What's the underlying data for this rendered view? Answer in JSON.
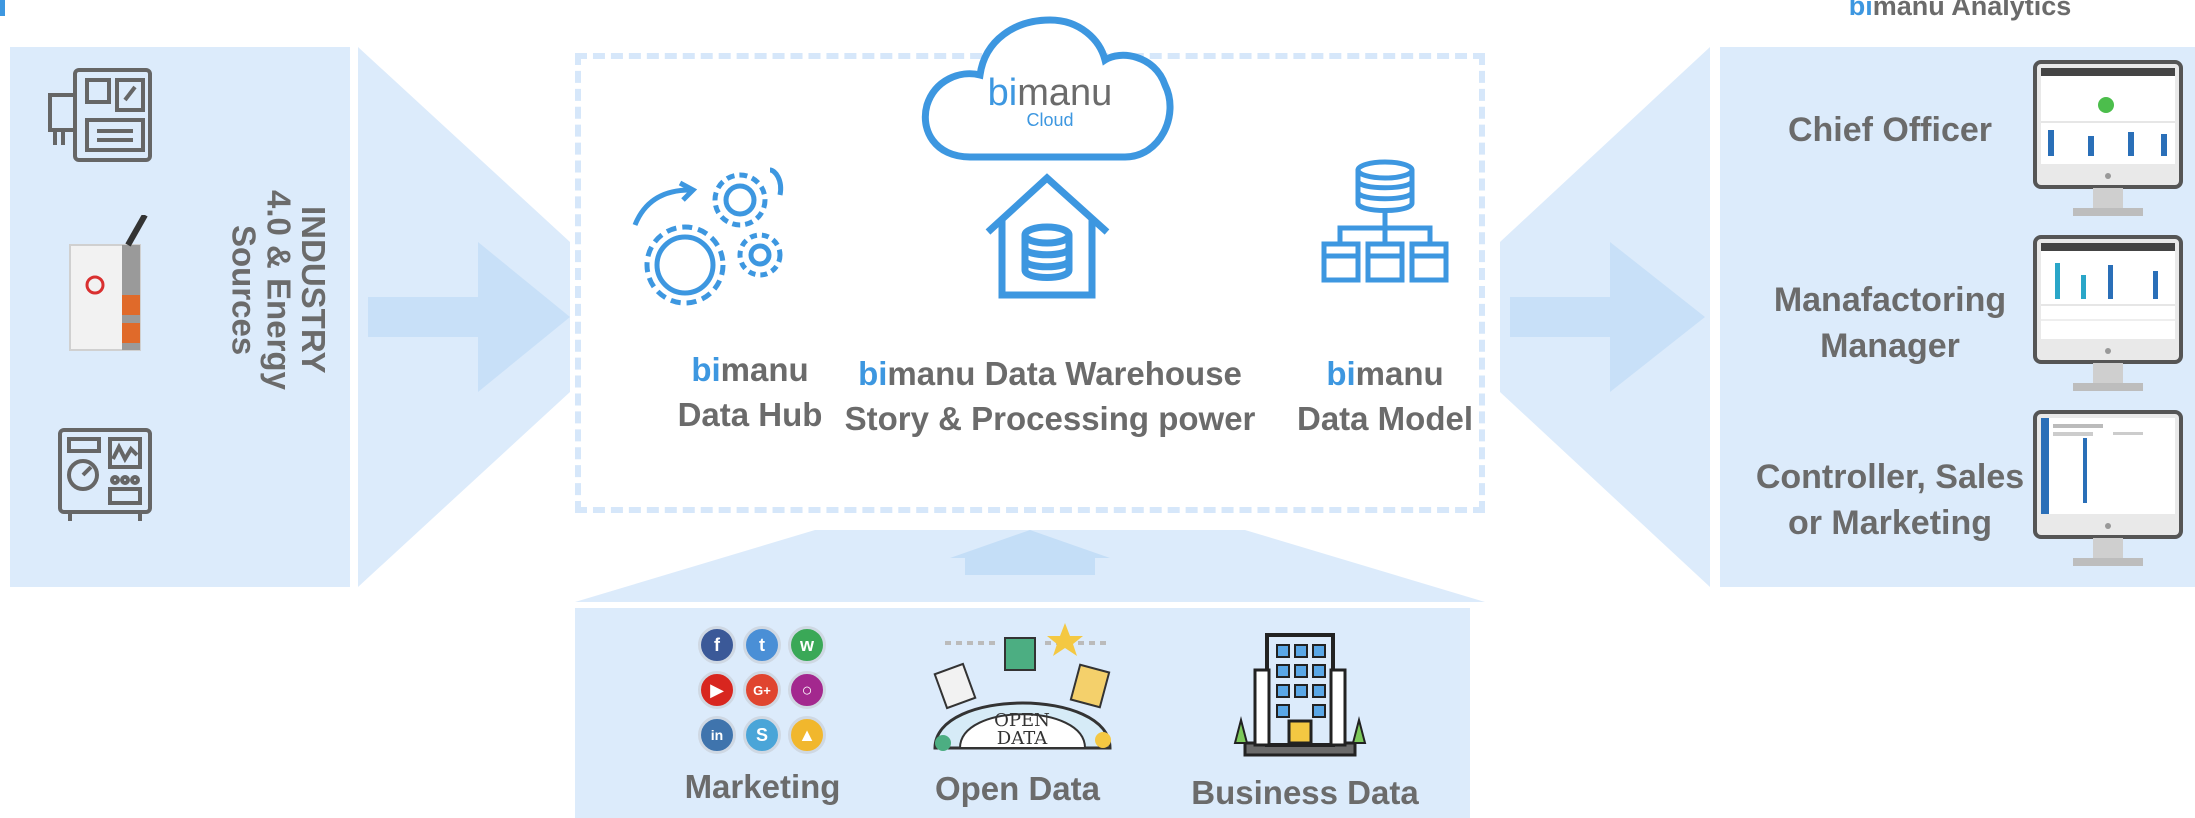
{
  "header": {
    "analytics_bi": "bi",
    "analytics_rest": "manu Analytics"
  },
  "left": {
    "title": "INDUSTRY 4.0 & Energy Sources",
    "icons": [
      "control-panel-icon",
      "iot-gateway-device",
      "gauge-panel-icon"
    ]
  },
  "center": {
    "cloud": {
      "brand_bi": "bi",
      "brand_rest": "manu",
      "subtitle": "Cloud"
    },
    "hub": {
      "bi": "bi",
      "rest": "manu",
      "line2": "Data Hub"
    },
    "warehouse": {
      "bi": "bi",
      "rest": "manu Data Warehouse",
      "line2": "Story & Processing power"
    },
    "model": {
      "bi": "bi",
      "rest": "manu",
      "line2": "Data Model"
    }
  },
  "right": {
    "roles": [
      {
        "line1": "Chief Officer",
        "line2": ""
      },
      {
        "line1": "Manafactoring",
        "line2": "Manager"
      },
      {
        "line1": "Controller, Sales",
        "line2": "or Marketing"
      }
    ]
  },
  "bottom": {
    "marketing": "Marketing",
    "open_data": "Open Data",
    "open_data_badge_1": "OPEN",
    "open_data_badge_2": "DATA",
    "business_data": "Business Data",
    "social_icons": [
      "facebook-icon",
      "twitter-icon",
      "whatsapp-icon",
      "youtube-icon",
      "google-plus-icon",
      "instagram-icon",
      "linkedin-icon",
      "skype-icon",
      "notification-icon"
    ]
  },
  "colors": {
    "panel": "#dcebfb",
    "accent": "#3d97e0",
    "text": "#6b6b6b",
    "arrow": "#c4def7"
  }
}
